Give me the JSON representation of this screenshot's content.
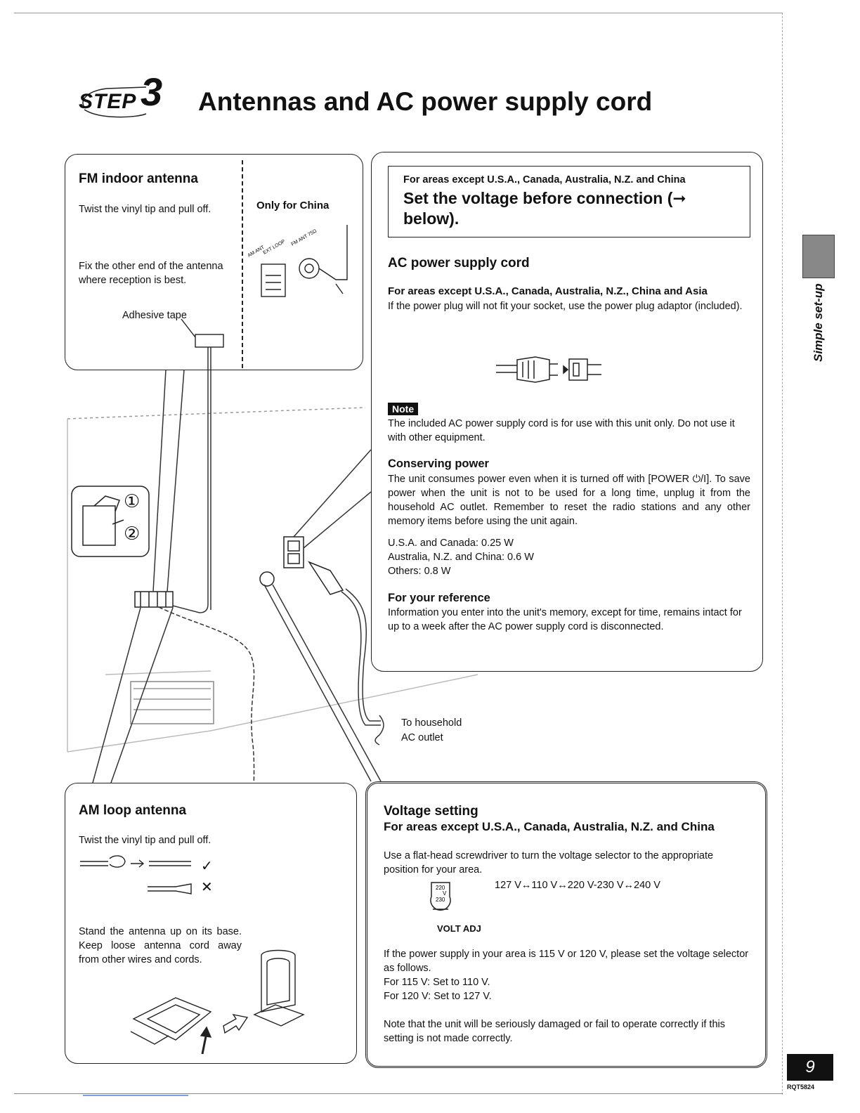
{
  "heading": {
    "step_text": "STEP",
    "step_number": "3",
    "title": "Antennas and AC power supply cord"
  },
  "fm": {
    "title": "FM indoor antenna",
    "step1": "Twist the vinyl tip and pull off.",
    "china": "Only for China",
    "step2": "Fix the other end of the antenna where reception is best.",
    "tape": "Adhesive tape",
    "term_am": "AM ANT",
    "term_ext": "EXT LOOP",
    "term_fm": "FM ANT 75Ω",
    "circled1": "①",
    "circled2": "②"
  },
  "ac": {
    "warn_areas": "For areas except U.S.A., Canada, Australia, N.Z. and China",
    "warn_main": "Set the voltage before connection (➞ below).",
    "title": "AC power supply cord",
    "areas": "For areas except U.S.A., Canada, Australia, N.Z., China and Asia",
    "adaptor_text": "If the power plug will not fit your socket, use the power plug adaptor (included).",
    "note_label": "Note",
    "note_text": "The included AC power supply cord is for use with this unit only. Do not use it with other equipment.",
    "conserve_title": "Conserving power",
    "conserve_text": "The unit consumes power even when it is turned off with [POWER ⏻/I]. To save power when the unit is not to be used for a long time, unplug it from the household AC outlet. Remember to reset the radio stations and any other memory items before using the unit again.",
    "vals": [
      "U.S.A. and Canada: 0.25 W",
      "Australia, N.Z. and China: 0.6 W",
      "Others: 0.8 W"
    ],
    "ref_title": "For your reference",
    "ref_text": "Information you enter into the unit's memory, except for time, remains intact for up to a week after the AC power supply cord is disconnected."
  },
  "outlet": {
    "line1": "To household",
    "line2": "AC outlet"
  },
  "am": {
    "title": "AM loop antenna",
    "step1": "Twist the vinyl tip and pull off.",
    "check": "✓",
    "cross": "✕",
    "step2": "Stand the antenna up on its base. Keep loose antenna cord away from other wires and cords."
  },
  "volt": {
    "title": "Voltage setting",
    "areas": "For areas except U.S.A., Canada, Australia, N.Z. and China",
    "text": "Use a flat-head screwdriver to turn the voltage selector to the appropriate position for your area.",
    "range": "127 V↔110 V↔220 V-230 V↔240 V",
    "dial_top": "220",
    "dial_mid": "V",
    "dial_bot": "230",
    "adj_label": "VOLT ADJ",
    "ifsupply": [
      "If the power supply in your area is 115 V or 120 V, please set the voltage selector as follows.",
      "For 115 V:  Set to 110 V.",
      "For 120 V:  Set to 127 V."
    ],
    "note": "Note that the unit will be seriously damaged or fail to operate correctly if this setting is not made correctly."
  },
  "side": {
    "label": "Simple set-up"
  },
  "footer": {
    "page": "9",
    "code": "RQT5824"
  }
}
